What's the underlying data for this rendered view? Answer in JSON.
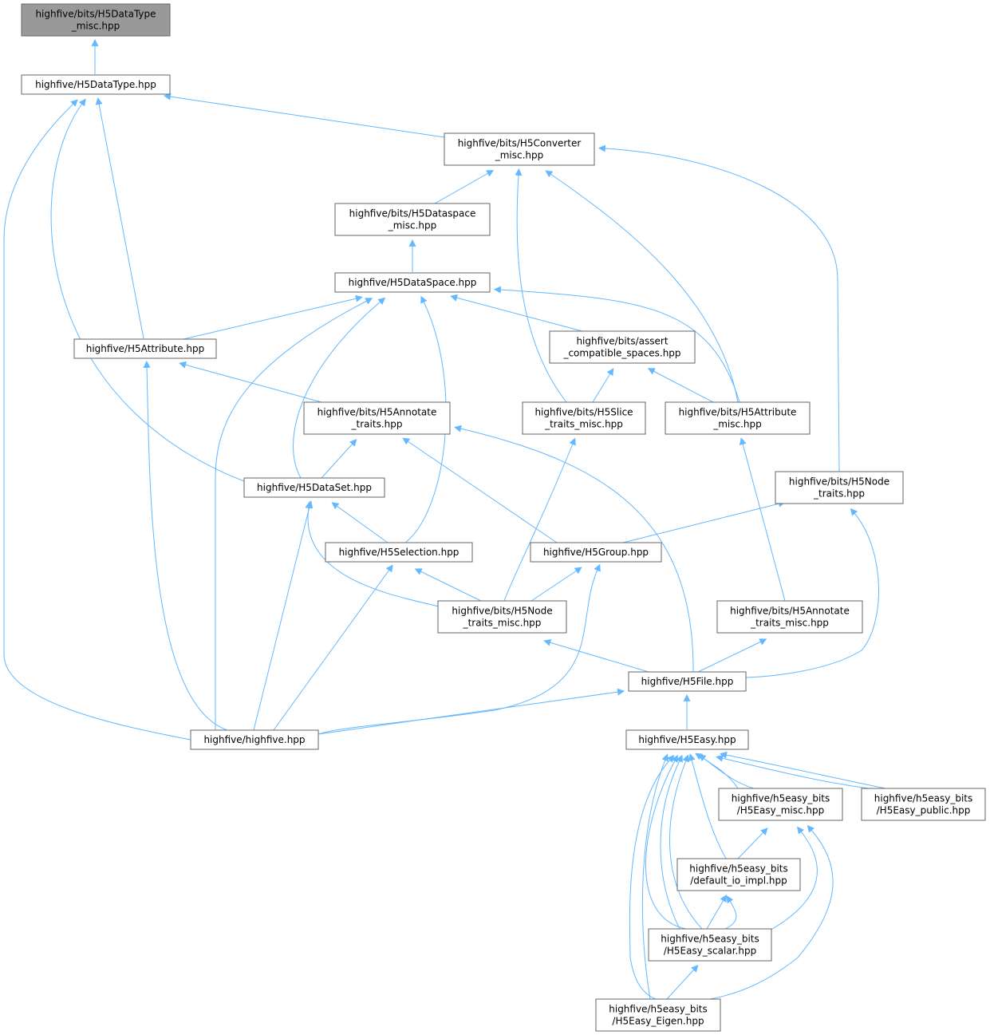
{
  "diagram": {
    "nodes": [
      {
        "id": "n_dt_misc",
        "lines": [
          "highfive/bits/H5DataType",
          "_misc.hpp"
        ],
        "root": true
      },
      {
        "id": "n_datatype",
        "lines": [
          "highfive/H5DataType.hpp"
        ]
      },
      {
        "id": "n_conv",
        "lines": [
          "highfive/bits/H5Converter",
          "_misc.hpp"
        ]
      },
      {
        "id": "n_dsp_misc",
        "lines": [
          "highfive/bits/H5Dataspace",
          "_misc.hpp"
        ]
      },
      {
        "id": "n_dataspace",
        "lines": [
          "highfive/H5DataSpace.hpp"
        ]
      },
      {
        "id": "n_attr",
        "lines": [
          "highfive/H5Attribute.hpp"
        ]
      },
      {
        "id": "n_assert",
        "lines": [
          "highfive/bits/assert",
          "_compatible_spaces.hpp"
        ]
      },
      {
        "id": "n_annot",
        "lines": [
          "highfive/bits/H5Annotate",
          "_traits.hpp"
        ]
      },
      {
        "id": "n_slice",
        "lines": [
          "highfive/bits/H5Slice",
          "_traits_misc.hpp"
        ]
      },
      {
        "id": "n_attr_misc",
        "lines": [
          "highfive/bits/H5Attribute",
          "_misc.hpp"
        ]
      },
      {
        "id": "n_dataset",
        "lines": [
          "highfive/H5DataSet.hpp"
        ]
      },
      {
        "id": "n_node_tr",
        "lines": [
          "highfive/bits/H5Node",
          "_traits.hpp"
        ]
      },
      {
        "id": "n_selection",
        "lines": [
          "highfive/H5Selection.hpp"
        ]
      },
      {
        "id": "n_group",
        "lines": [
          "highfive/H5Group.hpp"
        ]
      },
      {
        "id": "n_node_tr_misc",
        "lines": [
          "highfive/bits/H5Node",
          "_traits_misc.hpp"
        ]
      },
      {
        "id": "n_annot_misc",
        "lines": [
          "highfive/bits/H5Annotate",
          "_traits_misc.hpp"
        ]
      },
      {
        "id": "n_file",
        "lines": [
          "highfive/H5File.hpp"
        ]
      },
      {
        "id": "n_highfive",
        "lines": [
          "highfive/highfive.hpp"
        ]
      },
      {
        "id": "n_easy",
        "lines": [
          "highfive/H5Easy.hpp"
        ]
      },
      {
        "id": "n_easy_misc",
        "lines": [
          "highfive/h5easy_bits",
          "/H5Easy_misc.hpp"
        ]
      },
      {
        "id": "n_easy_pub",
        "lines": [
          "highfive/h5easy_bits",
          "/H5Easy_public.hpp"
        ]
      },
      {
        "id": "n_io_impl",
        "lines": [
          "highfive/h5easy_bits",
          "/default_io_impl.hpp"
        ]
      },
      {
        "id": "n_scalar",
        "lines": [
          "highfive/h5easy_bits",
          "/H5Easy_scalar.hpp"
        ]
      },
      {
        "id": "n_eigen",
        "lines": [
          "highfive/h5easy_bits",
          "/H5Easy_Eigen.hpp"
        ]
      }
    ],
    "colors": {
      "edge": "#63b8ff",
      "root_fill": "#999999",
      "box_stroke": "#666666"
    }
  }
}
